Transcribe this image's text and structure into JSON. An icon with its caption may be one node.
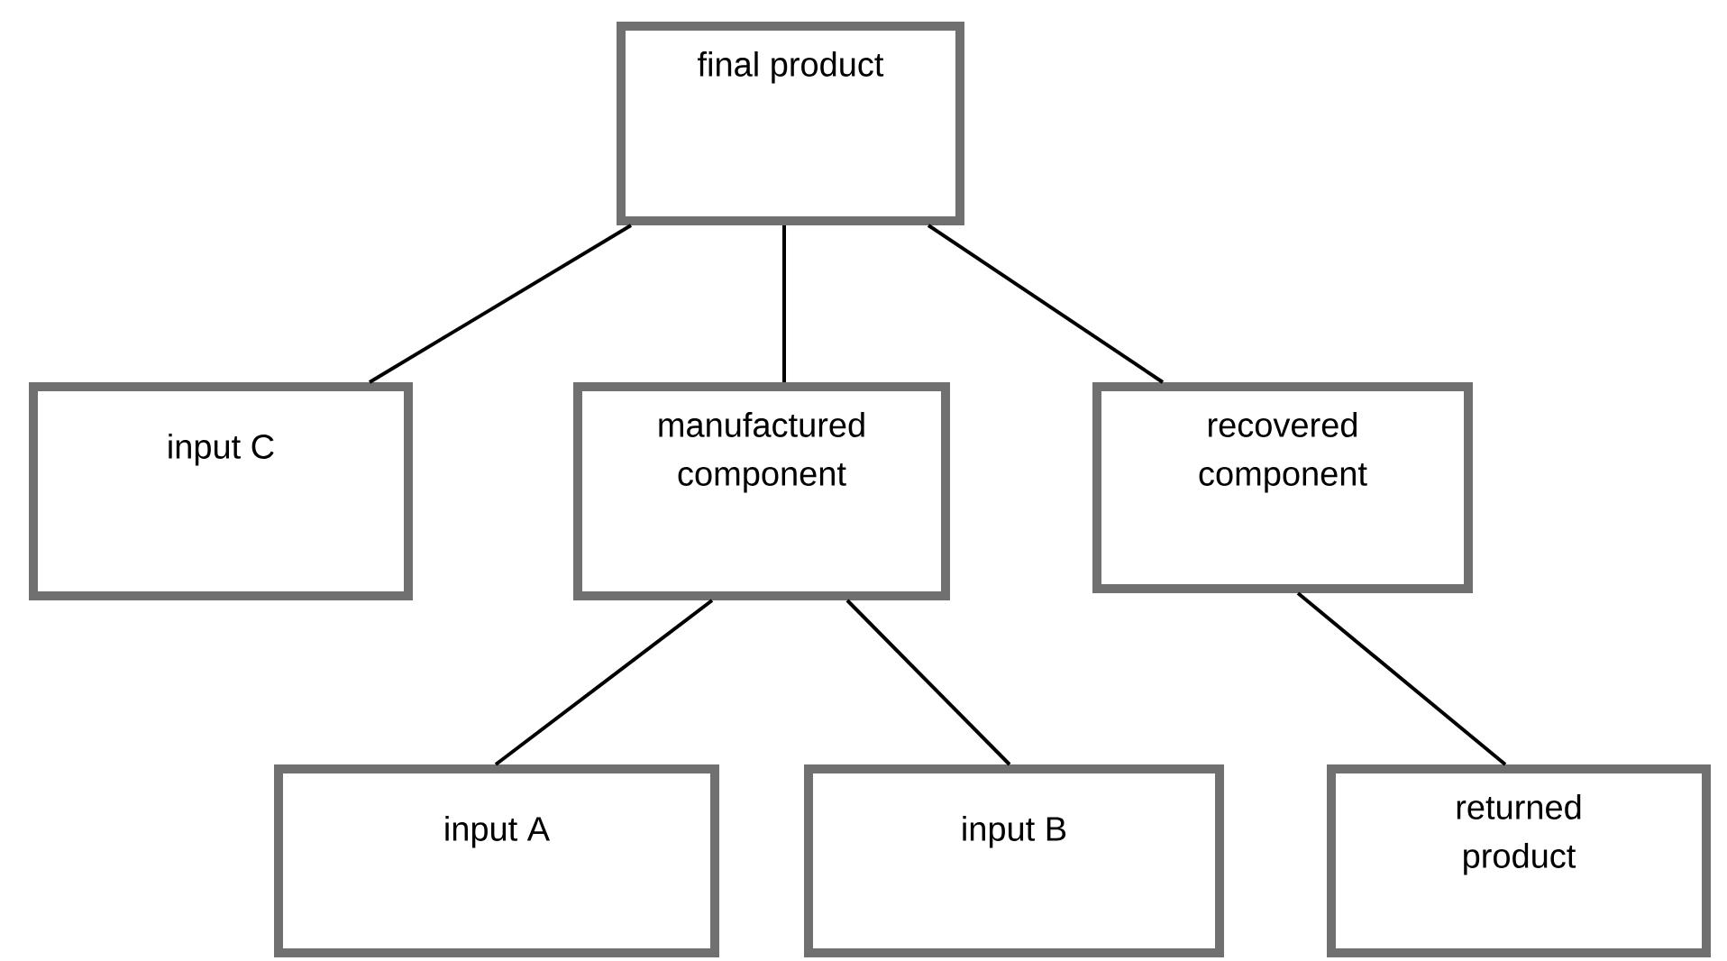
{
  "diagram": {
    "nodes": [
      {
        "text": [
          "final product"
        ]
      },
      {
        "text": [
          "input C"
        ]
      },
      {
        "text": [
          "manufactured component"
        ]
      },
      {
        "text": [
          "recovered component"
        ]
      },
      {
        "text": [
          "input A"
        ]
      },
      {
        "text": [
          "input B"
        ]
      },
      {
        "text": [
          "returned product"
        ]
      }
    ],
    "edges": [
      {
        "from": 0,
        "to": 1,
        "arrow": "none"
      },
      {
        "from": 0,
        "to": 2,
        "arrow": "none"
      },
      {
        "from": 0,
        "to": 3,
        "arrow": "none"
      },
      {
        "from": 2,
        "to": 4,
        "arrow": "none"
      },
      {
        "from": 2,
        "to": 5,
        "arrow": "none"
      },
      {
        "from": 3,
        "to": 6,
        "arrow": "none"
      }
    ]
  }
}
